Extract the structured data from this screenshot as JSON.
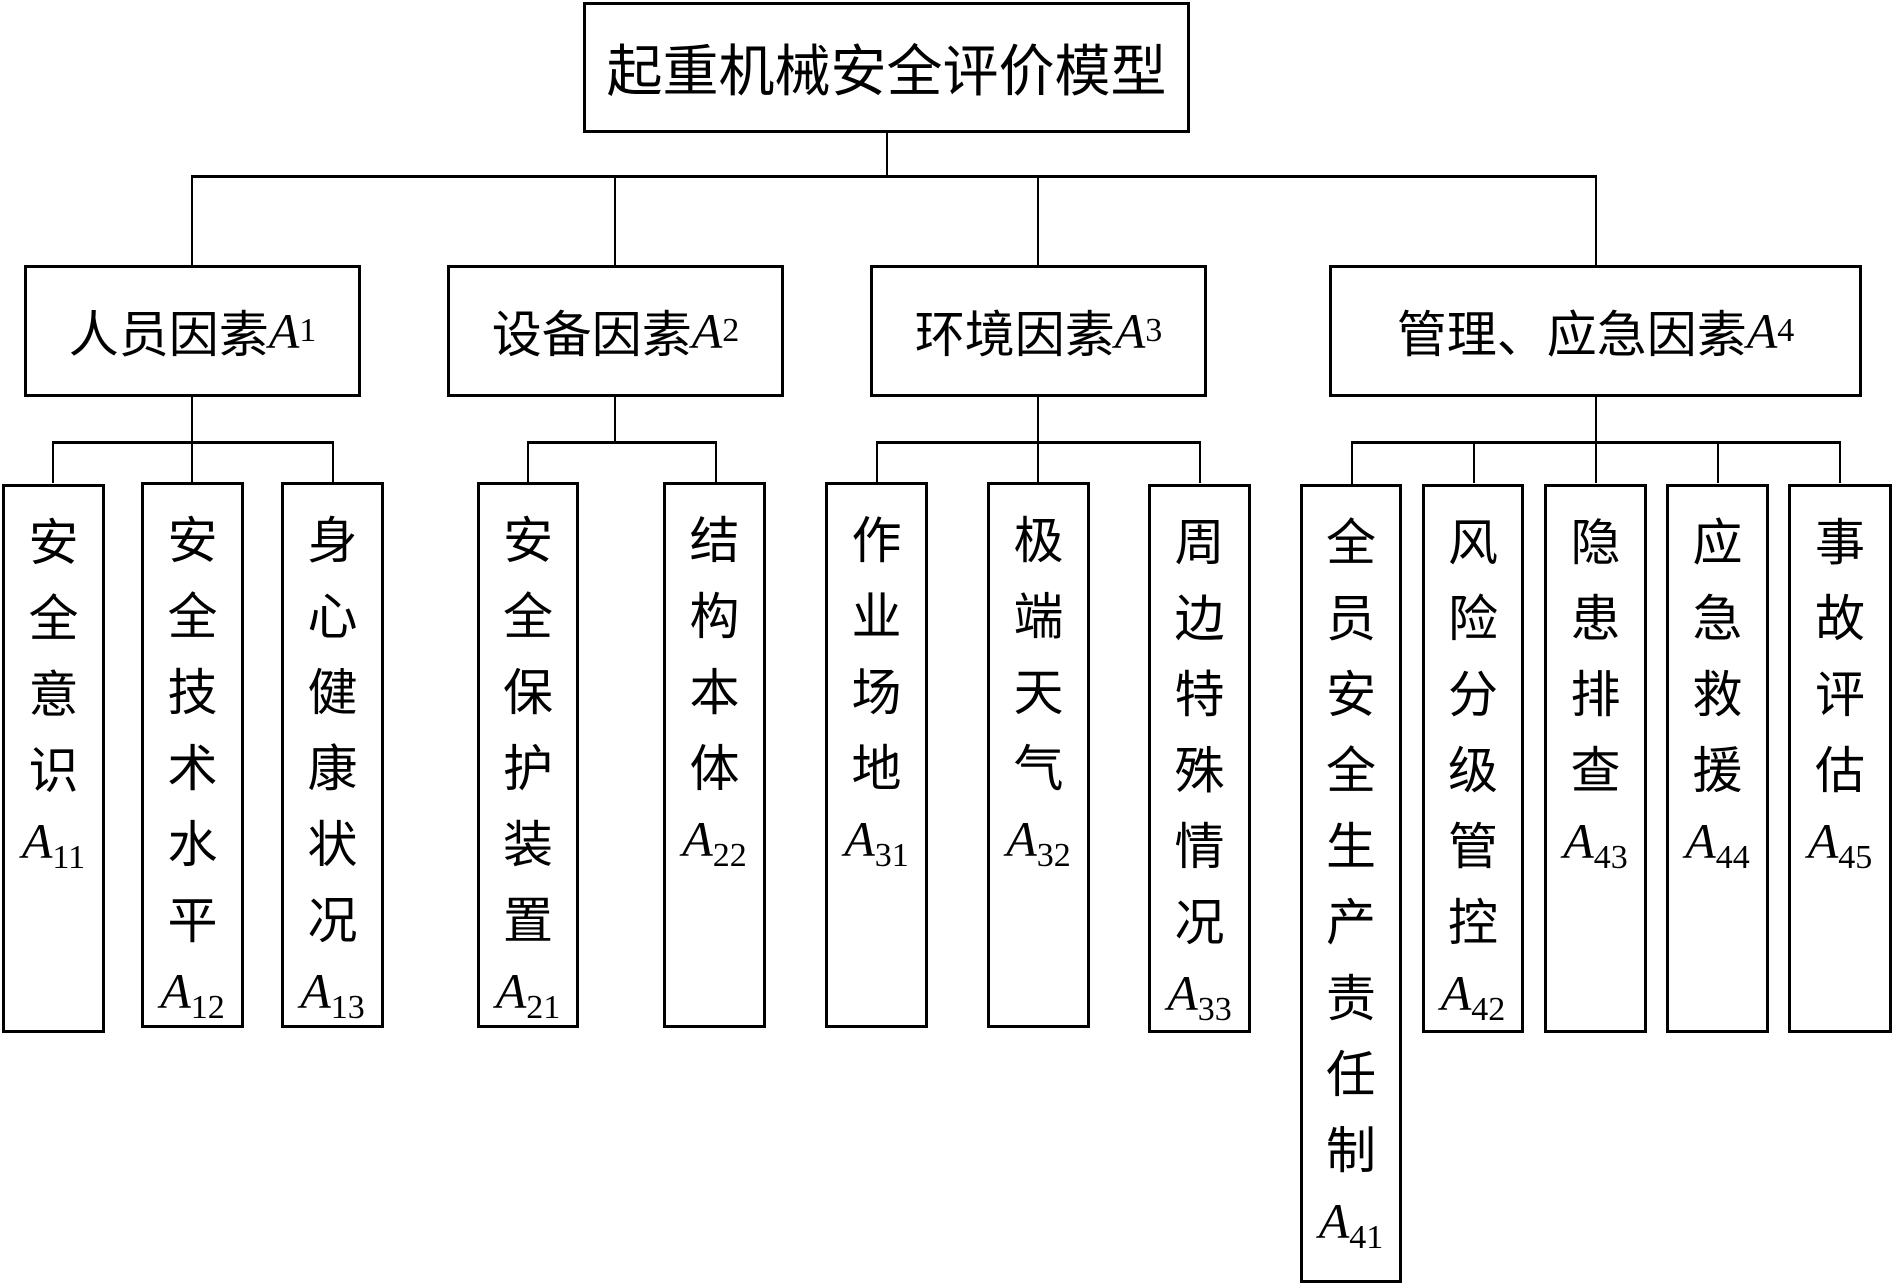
{
  "diagram": {
    "title": "起重机械安全评价模型",
    "root": {
      "label": "起重机械安全评价模型"
    },
    "factors": [
      {
        "label": "人员因素",
        "code": "A",
        "sub": "1",
        "children": [
          {
            "label": "安全意识",
            "code": "A",
            "sub": "11"
          },
          {
            "label": "安全技术水平",
            "code": "A",
            "sub": "12"
          },
          {
            "label": "身心健康状况",
            "code": "A",
            "sub": "13"
          }
        ]
      },
      {
        "label": "设备因素",
        "code": "A",
        "sub": "2",
        "children": [
          {
            "label": "安全保护装置",
            "code": "A",
            "sub": "21"
          },
          {
            "label": "结构本体",
            "code": "A",
            "sub": "22"
          }
        ]
      },
      {
        "label": "环境因素",
        "code": "A",
        "sub": "3",
        "children": [
          {
            "label": "作业场地",
            "code": "A",
            "sub": "31"
          },
          {
            "label": "极端天气",
            "code": "A",
            "sub": "32"
          },
          {
            "label": "周边特殊情况",
            "code": "A",
            "sub": "33"
          }
        ]
      },
      {
        "label": "管理、应急因素",
        "code": "A",
        "sub": "4",
        "children": [
          {
            "label": "全员安全生产责任制",
            "code": "A",
            "sub": "41"
          },
          {
            "label": "风险分级管控",
            "code": "A",
            "sub": "42"
          },
          {
            "label": "隐患排查",
            "code": "A",
            "sub": "43"
          },
          {
            "label": "应急救援",
            "code": "A",
            "sub": "44"
          },
          {
            "label": "事故评估",
            "code": "A",
            "sub": "45"
          }
        ]
      }
    ]
  }
}
